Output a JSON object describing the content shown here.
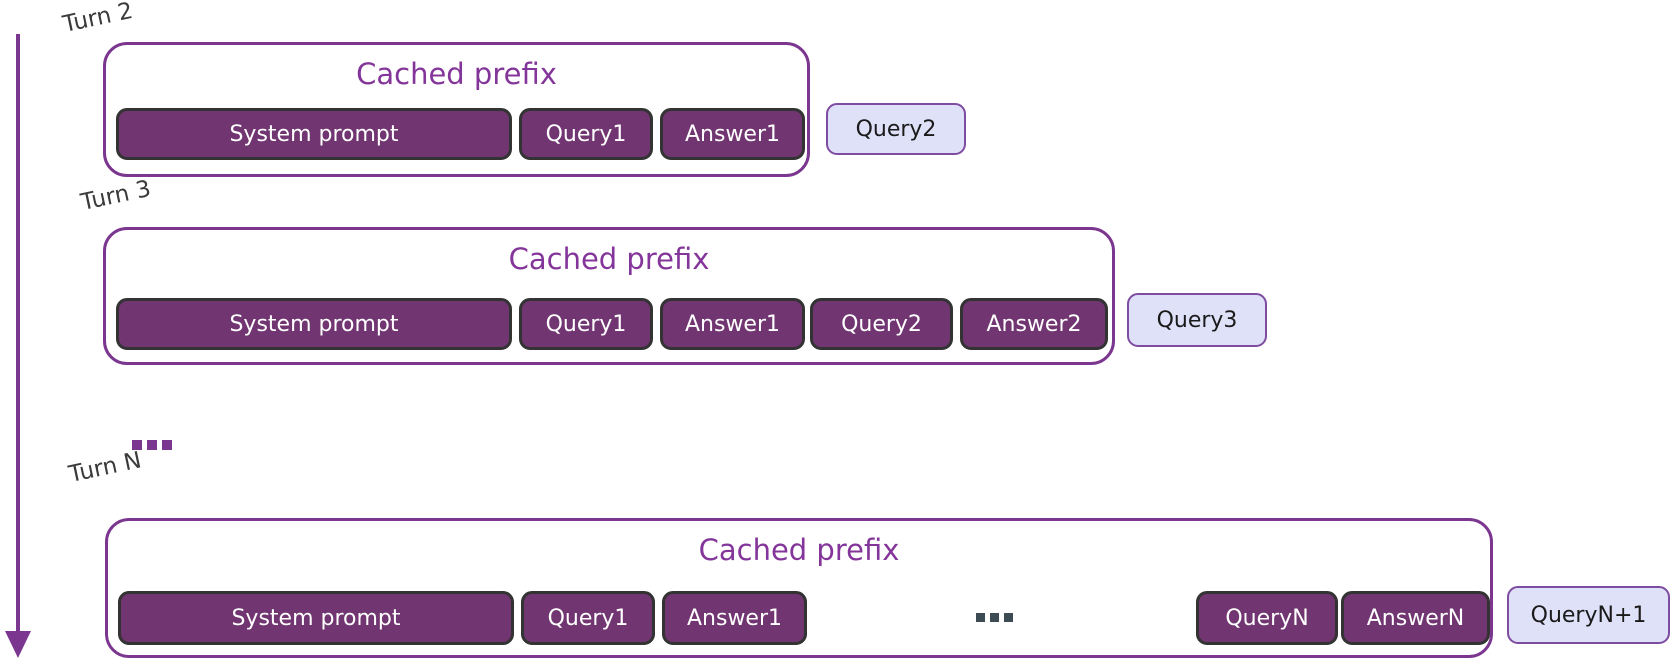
{
  "colors": {
    "purple_accent": "#7b3690",
    "title_text": "#84359a",
    "dark_box_fill": "#713572",
    "dark_box_border": "#333333",
    "dark_box_text": "#ffffff",
    "light_box_fill": "#dfe1f8",
    "light_box_border": "#7e4da2",
    "light_box_text": "#1a1a1a",
    "turn_label_text": "#3b3b3b",
    "dark_dots": "#3c4b54"
  },
  "between_rows_ellipsis": "...",
  "turns": [
    {
      "label": "Turn 2",
      "cached_prefix_title": "Cached prefix",
      "cached_tokens": [
        "System prompt",
        "Query1",
        "Answer1"
      ],
      "new_query": "Query2"
    },
    {
      "label": "Turn 3",
      "cached_prefix_title": "Cached prefix",
      "cached_tokens": [
        "System prompt",
        "Query1",
        "Answer1",
        "Query2",
        "Answer2"
      ],
      "new_query": "Query3"
    },
    {
      "label": "Turn N",
      "cached_prefix_title": "Cached prefix",
      "cached_tokens_start": [
        "System prompt",
        "Query1",
        "Answer1"
      ],
      "cached_tokens_ellipsis": "...",
      "cached_tokens_end": [
        "QueryN",
        "AnswerN"
      ],
      "new_query": "QueryN+1"
    }
  ]
}
